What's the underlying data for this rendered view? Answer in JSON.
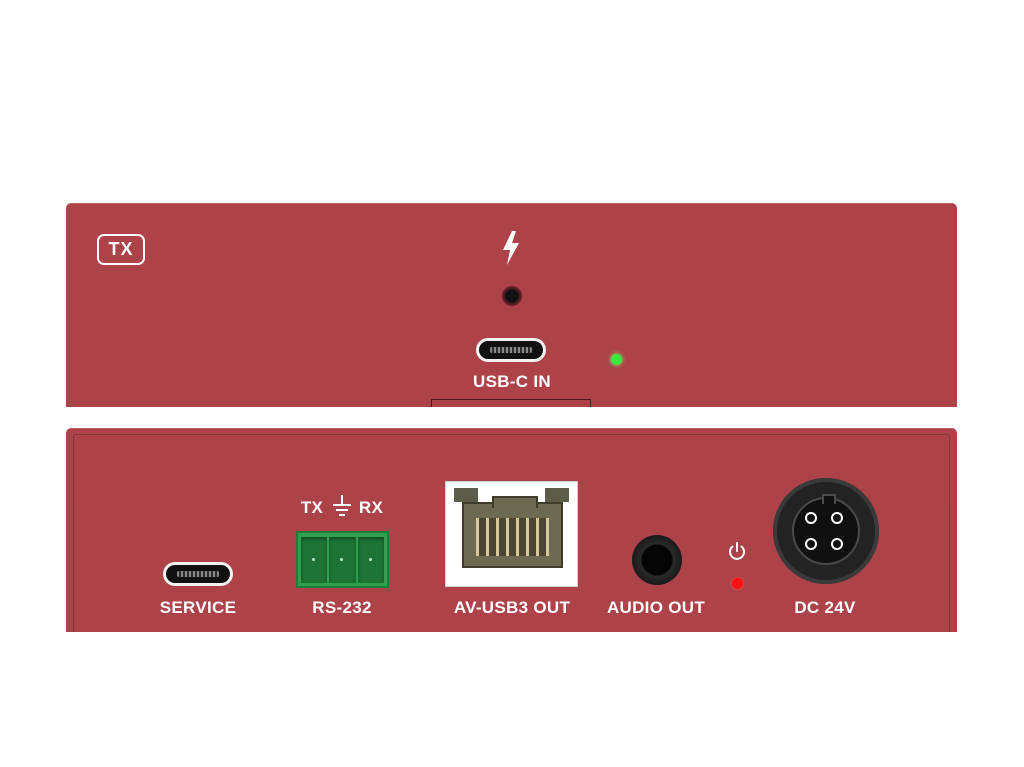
{
  "front_panel": {
    "badge": "TX",
    "usbc_label": "USB-C IN",
    "icons": [
      "lightning-icon",
      "pinhole-reset-icon"
    ],
    "status_led_color": "#3ee63e"
  },
  "rear_panel": {
    "service_label": "SERVICE",
    "rs232_label": "RS-232",
    "rs232_pins": {
      "tx": "TX",
      "rx": "RX"
    },
    "av_usb3_label": "AV-USB3 OUT",
    "audio_label": "AUDIO OUT",
    "dc_label": "DC 24V",
    "power_led_color": "#ff1010",
    "icons": [
      "ground-icon",
      "power-icon"
    ]
  },
  "colors": {
    "panel": "#ad4249",
    "terminal_block": "#2fa04d"
  }
}
